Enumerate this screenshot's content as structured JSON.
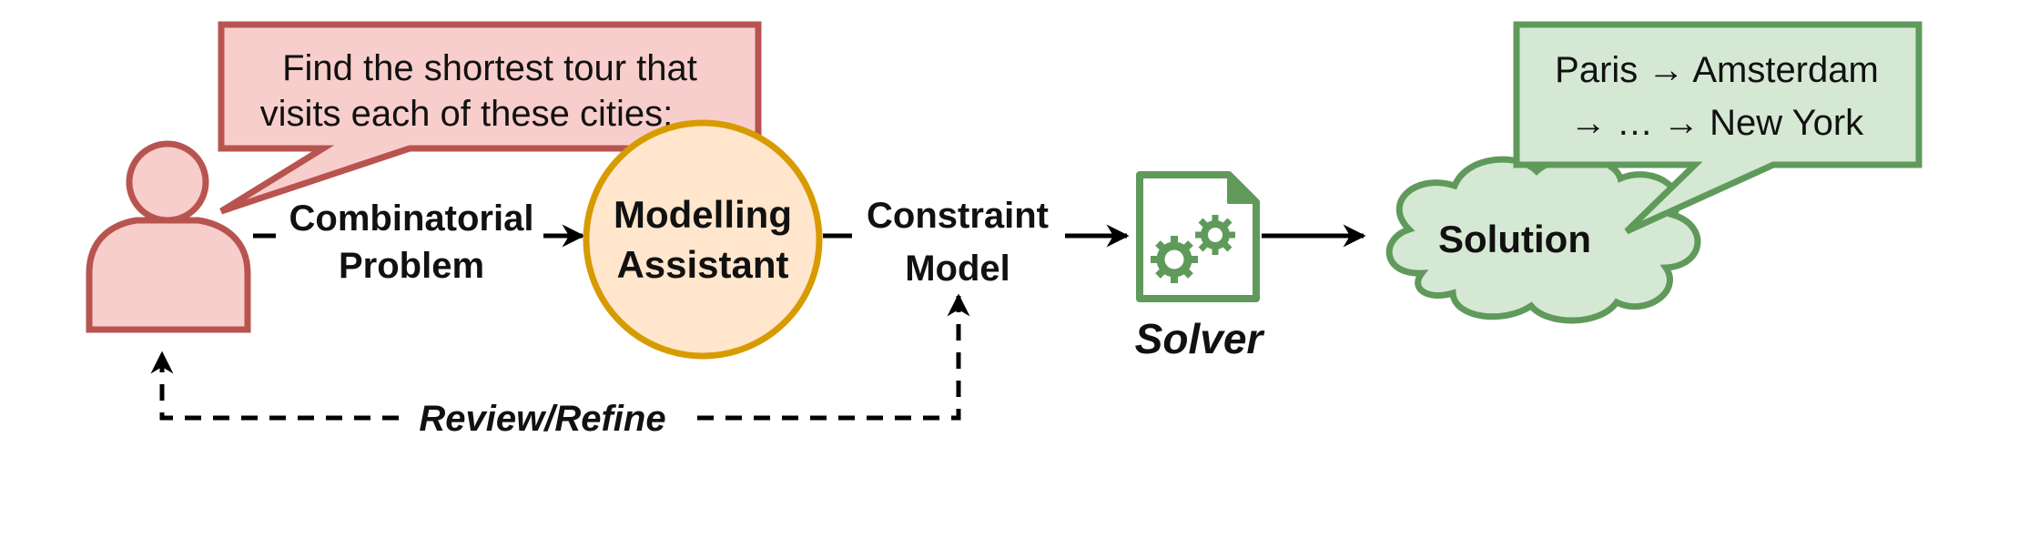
{
  "colors": {
    "user_fill": "#f8cecc",
    "user_stroke": "#b85450",
    "assistant_fill": "#ffe6cc",
    "assistant_stroke": "#d79b00",
    "solver_fill": "#ffffff",
    "solver_stroke": "#5f9a5b",
    "solution_fill": "#d5e8d4",
    "solution_stroke": "#5f9a5b",
    "arrow": "#000000"
  },
  "icons": {
    "user": "person-icon",
    "solver": "gear-document-icon"
  },
  "user_bubble": {
    "line1": "Find the shortest tour that",
    "line2": "visits each of these cities: …"
  },
  "edge_problem": {
    "line1": "Combinatorial",
    "line2": "Problem"
  },
  "assistant": {
    "line1": "Modelling",
    "line2": "Assistant"
  },
  "edge_model": {
    "line1": "Constraint",
    "line2": "Model"
  },
  "solver": {
    "label": "Solver"
  },
  "solution": {
    "label": "Solution"
  },
  "solution_bubble": {
    "line1": "Paris → Amsterdam",
    "line2": "→ … → New York"
  },
  "feedback": {
    "label": "Review/Refine"
  }
}
